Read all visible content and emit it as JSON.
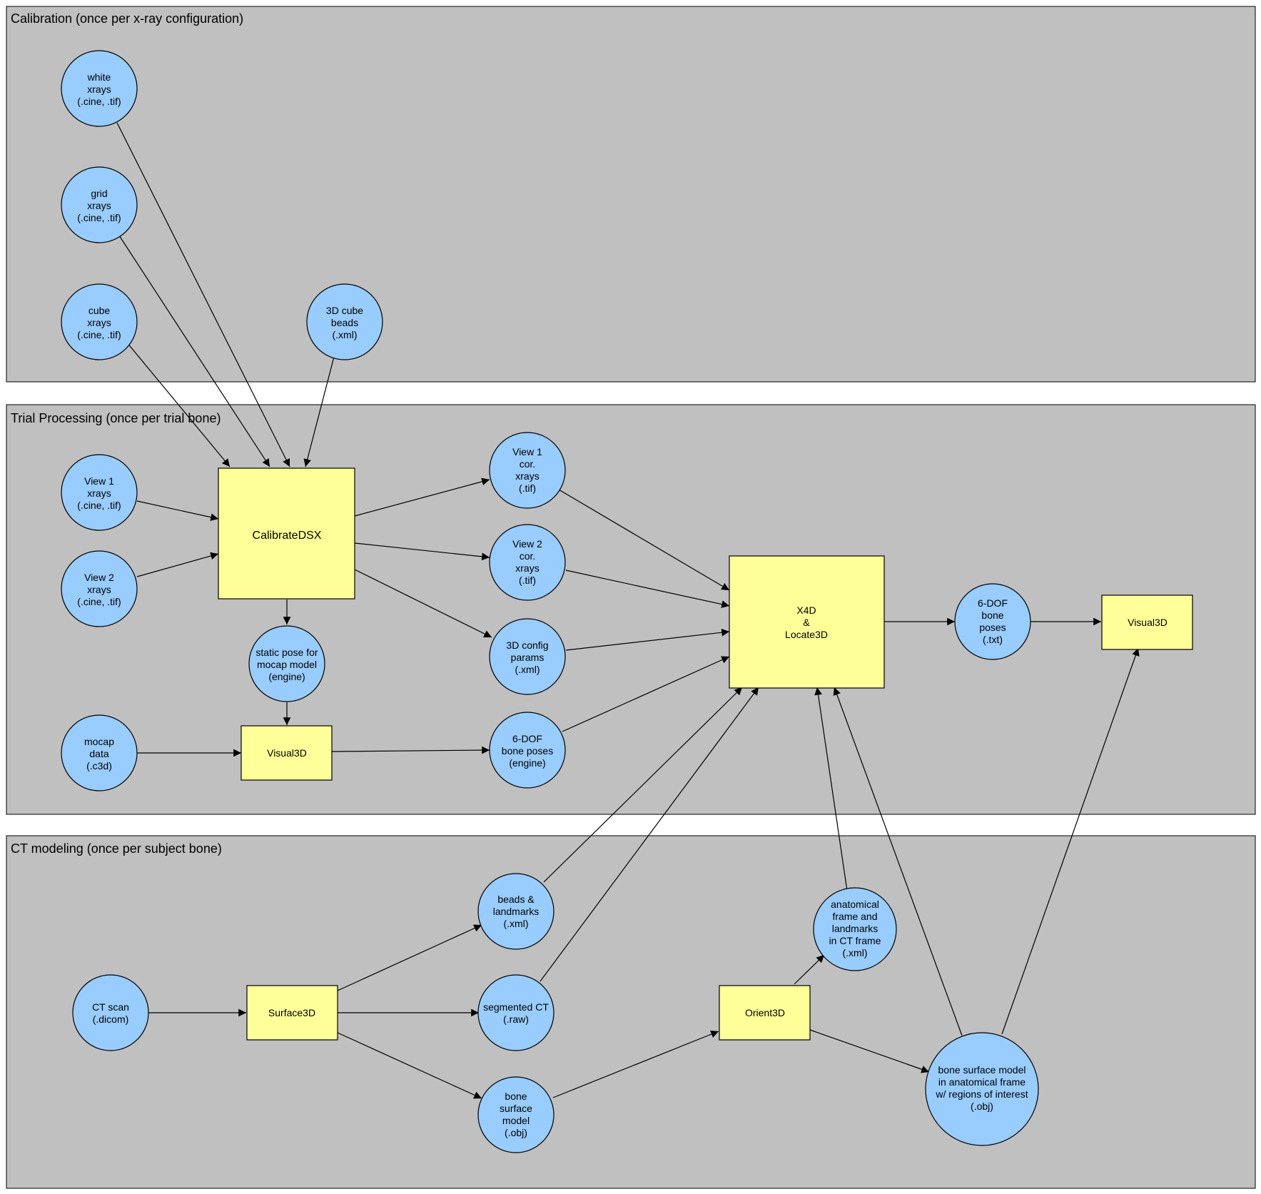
{
  "clusters": {
    "calibration": "Calibration (once per x-ray configuration)",
    "trial": "Trial Processing (once per trial bone)",
    "ct": "CT modeling (once per subject bone)"
  },
  "nodes": {
    "white_xrays": [
      "white",
      "xrays",
      "(.cine, .tif)"
    ],
    "grid_xrays": [
      "grid",
      "xrays",
      "(.cine, .tif)"
    ],
    "cube_xrays": [
      "cube",
      "xrays",
      "(.cine, .tif)"
    ],
    "cube_beads": [
      "3D cube",
      "beads",
      "(.xml)"
    ],
    "view1_xrays": [
      "View 1",
      "xrays",
      "(.cine, .tif)"
    ],
    "view2_xrays": [
      "View 2",
      "xrays",
      "(.cine, .tif)"
    ],
    "calibratedsx": [
      "CalibrateDSX"
    ],
    "static_pose": [
      "static pose for",
      "mocap model",
      "(engine)"
    ],
    "mocap_data": [
      "mocap",
      "data",
      "(.c3d)"
    ],
    "visual3d_trial": [
      "Visual3D"
    ],
    "view1_cor": [
      "View 1",
      "cor.",
      "xrays",
      "(.tif)"
    ],
    "view2_cor": [
      "View 2",
      "cor.",
      "xrays",
      "(.tif)"
    ],
    "config_params": [
      "3D config",
      "params",
      "(.xml)"
    ],
    "dof_engine": [
      "6-DOF",
      "bone poses",
      "(engine)"
    ],
    "x4d": [
      "X4D",
      "&",
      "Locate3D"
    ],
    "dof_txt": [
      "6-DOF",
      "bone",
      "poses",
      "(.txt)"
    ],
    "visual3d_out": [
      "Visual3D"
    ],
    "ct_scan": [
      "CT scan",
      "(.dicom)"
    ],
    "surface3d": [
      "Surface3D"
    ],
    "beads_landmarks": [
      "beads &",
      "landmarks",
      "(.xml)"
    ],
    "segmented_ct": [
      "segmented CT",
      "(.raw)"
    ],
    "bone_surface": [
      "bone",
      "surface",
      "model",
      "(.obj)"
    ],
    "orient3d": [
      "Orient3D"
    ],
    "anat_frame": [
      "anatomical",
      "frame and",
      "landmarks",
      "in CT frame",
      "(.xml)"
    ],
    "bone_surface_anat": [
      "bone surface model",
      "in anatomical frame",
      "w/ regions of interest",
      "(.obj)"
    ]
  },
  "colors": {
    "cluster_fill": "#c0c0c0",
    "data_node": "#99ccff",
    "process_node": "#ffff99"
  }
}
